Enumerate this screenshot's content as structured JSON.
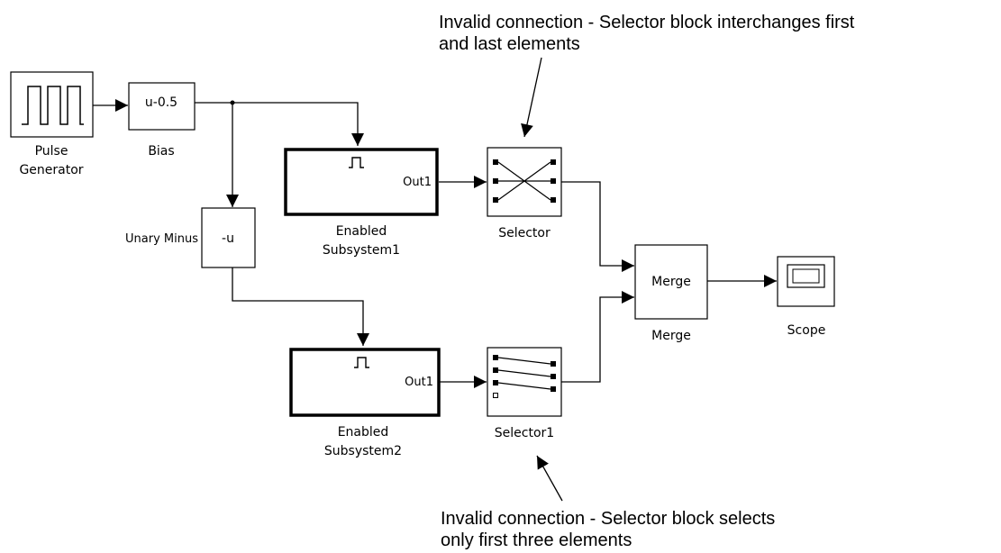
{
  "blocks": {
    "pulse_generator": {
      "label_line1": "Pulse",
      "label_line2": "Generator"
    },
    "bias": {
      "text": "u-0.5",
      "label": "Bias"
    },
    "unary_minus": {
      "text": "-u",
      "label": "Unary Minus"
    },
    "enabled_subsystem1": {
      "port": "Out1",
      "label_line1": "Enabled",
      "label_line2": "Subsystem1"
    },
    "enabled_subsystem2": {
      "port": "Out1",
      "label_line1": "Enabled",
      "label_line2": "Subsystem2"
    },
    "selector": {
      "label": "Selector"
    },
    "selector1": {
      "label": "Selector1"
    },
    "merge": {
      "text": "Merge",
      "label": "Merge"
    },
    "scope": {
      "label": "Scope"
    }
  },
  "annotations": {
    "top_line1": "Invalid connection - Selector block interchanges first",
    "top_line2": "and last elements",
    "bottom_line1": "Invalid connection - Selector block selects",
    "bottom_line2": "only first three elements"
  }
}
